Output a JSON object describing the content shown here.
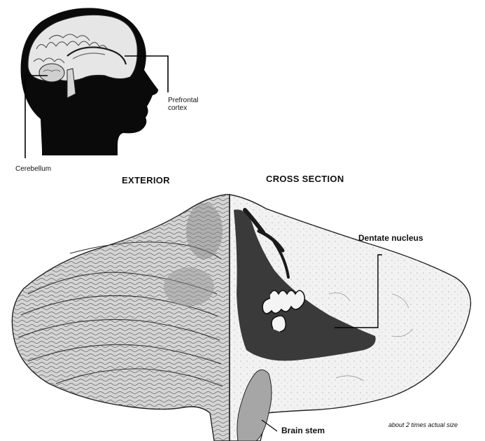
{
  "head_diagram": {
    "prefrontal_label_line1": "Prefrontal",
    "prefrontal_label_line2": "cortex",
    "cerebellum_label": "Cerebellum"
  },
  "cerebellum_diagram": {
    "exterior_heading": "EXTERIOR",
    "cross_section_heading": "CROSS SECTION",
    "dentate_label": "Dentate nucleus",
    "brainstem_label": "Brain stem",
    "scale_caption": "about 2 times actual size"
  }
}
